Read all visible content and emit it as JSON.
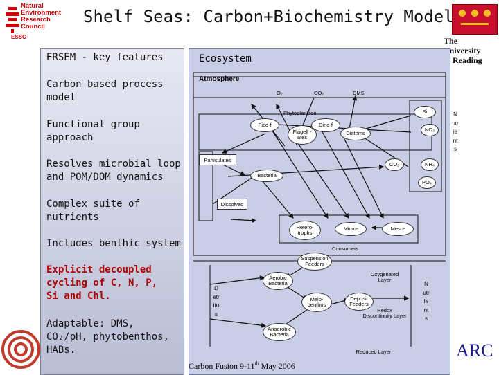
{
  "title": "Shelf Seas: Carbon+Biochemistry Modelling",
  "nerc_logo": {
    "lines": [
      "Natural",
      "Environment",
      "Research",
      "Council"
    ],
    "sub": "ESSC"
  },
  "reading_logo": {
    "lines": [
      "The",
      "University",
      "of Reading"
    ]
  },
  "left_panel": {
    "title": "ERSEM  -  key features",
    "features": [
      "Carbon based process model",
      "Functional group approach",
      "Resolves microbial loop and POM/DOM dynamics",
      "Complex suite of nutrients",
      "Includes benthic system",
      "Explicit decoupled cycling of C, N, P, Si and Chl.",
      "Adaptable: DMS, CO₂/pH, phytobenthos, HABs."
    ]
  },
  "diagram": {
    "ecosystem": "Ecosystem",
    "atmosphere": "Atmosphere",
    "o2": "O₂",
    "co2_atm": "CO₂",
    "dms": "DMS",
    "phytoplankton": "Phytoplankton",
    "picof": "Pico-f",
    "dinof": "Dino-f",
    "flagellates": "Flagell -ates",
    "diatoms": "Diatoms",
    "si": "Si",
    "no3": "NO₃",
    "nh4": "NH₄",
    "po4": "PO₄",
    "co2_water": "CO₂",
    "particulates": "Particulates",
    "bacteria": "Bacteria",
    "dissolved": "Dissolved",
    "heterotrophs": "Hetero- trophs",
    "micro": "Micro-",
    "meso": "Meso-",
    "consumers": "Consumers",
    "suspension": "Suspension Feeders",
    "aerobic": "Aerobic Bacteria",
    "meiobenthos": "Meio- benthos",
    "anaerobic": "Anaerobic Bacteria",
    "deposit": "Deposit Feeders",
    "oxygenated": "Oxygenated Layer",
    "redox": "Redox Discontinuity Layer",
    "reduced": "Reduced Layer",
    "detritus": "Detritus",
    "nutrients_top": "Nutrients",
    "nutrients_bottom": "NutrIents",
    "footer": "Carbon Fusion 9-11",
    "footer_sup": "th",
    "footer_tail": " May 2006",
    "arc_logo": "ARC"
  }
}
